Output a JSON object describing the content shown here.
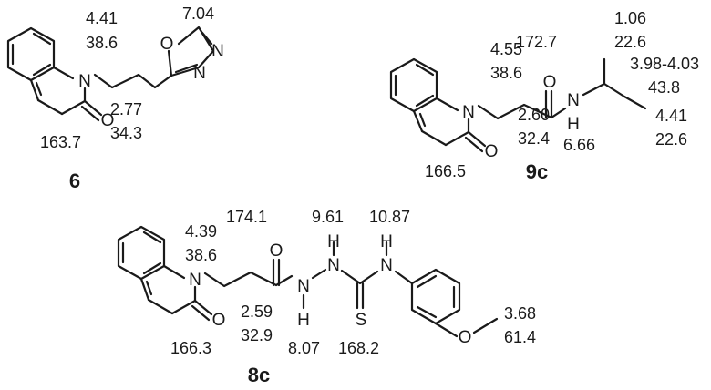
{
  "compounds": {
    "c6": {
      "id": "6",
      "atoms": {
        "n": "N",
        "o_carbonyl": "O",
        "o_ring": "O",
        "n_ring_1": "N",
        "n_ring_2": "N"
      },
      "shifts": {
        "ch2_n_h": "4.41",
        "ch2_n_c": "38.6",
        "oxadiazole_h": "7.04",
        "ch2_h": "2.77",
        "ch2_c": "34.3",
        "carbonyl_c": "163.7"
      }
    },
    "c9c": {
      "id": "9c",
      "atoms": {
        "n": "N",
        "o_carbonyl": "O",
        "o_amide": "O",
        "nh_n": "N",
        "nh_h": "H"
      },
      "shifts": {
        "amide_c": "172.7",
        "ch3_h": "1.06",
        "ch3_c": "22.6",
        "ch2_n_h": "4.55",
        "ch2_n_c": "38.6",
        "ch_h": "3.98-4.03",
        "ch_c": "43.8",
        "ch3b_h": "4.41",
        "ch3b_c": "22.6",
        "ch2_h": "2.60",
        "ch2_c": "32.4",
        "nh_h": "6.66",
        "carbonyl_c": "166.5"
      }
    },
    "c8c": {
      "id": "8c",
      "atoms": {
        "n": "N",
        "o_carbonyl": "O",
        "o_amide": "O",
        "nh1_n": "N",
        "nh1_h": "H",
        "nh2_n": "N",
        "nh2_h": "H",
        "nh3_n": "N",
        "nh3_h": "H",
        "s": "S",
        "o_methoxy": "O"
      },
      "shifts": {
        "amide_c": "174.1",
        "nh2_h": "9.61",
        "nh3_h": "10.87",
        "ch2_n_h": "4.39",
        "ch2_n_c": "38.6",
        "ch2_h": "2.59",
        "ch2_c": "32.9",
        "och3_h": "3.68",
        "och3_c": "61.4",
        "carbonyl_c": "166.3",
        "nh1_h": "8.07",
        "thio_c": "168.2"
      }
    }
  }
}
